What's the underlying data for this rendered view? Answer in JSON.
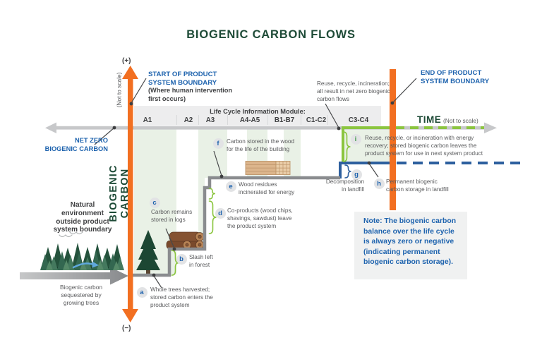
{
  "title": "BIOGENIC CARBON FLOWS",
  "colors": {
    "accent_orange": "#F26F21",
    "carbon_line_gray": "#8A8C8F",
    "flow_green": "#8BC53F",
    "flow_blue": "#2D5F9E",
    "heading_green": "#1E4B37",
    "label_blue": "#1E63AE",
    "pale_green_fill": "#E9F1E6",
    "band_gray": "#EDEDEE",
    "note_bg": "#F0F1F1"
  },
  "axes": {
    "vertical_label": "BIOGENIC CARBON",
    "vertical_positive": "(+)",
    "vertical_negative": "(−)",
    "vertical_scale_note": "(Not to scale)",
    "time_label": "TIME",
    "time_scale_note": "(Not to scale)",
    "net_zero_label": "NET ZERO\nBIOGENIC CARBON"
  },
  "boundaries": {
    "start_title": "START OF PRODUCT\nSYSTEM BOUNDARY",
    "start_subtitle": "(Where human intervention\nfirst occurs)",
    "end_title": "END OF PRODUCT\nSYSTEM BOUNDARY"
  },
  "modules": {
    "band_title": "Life Cycle Information Module:",
    "labels": [
      "A1",
      "A2",
      "A3",
      "A4-A5",
      "B1-B7",
      "C1-C2",
      "C3-C4"
    ]
  },
  "annotations": {
    "reuse_top": "Reuse, recycle, incineration;\nall result in net zero biogenic\ncarbon flows",
    "natural_environment": "Natural\nenvironment\noutside product\nsystem boundary",
    "sequestered": "Biogenic carbon\nsequestered by\ngrowing trees"
  },
  "steps": [
    {
      "letter": "a",
      "text": "Whole trees harvested;\nstored carbon enters the\nproduct system"
    },
    {
      "letter": "b",
      "text": "Slash left\nin forest"
    },
    {
      "letter": "c",
      "text": "Carbon remains\nstored in logs"
    },
    {
      "letter": "d",
      "text": "Co-products (wood chips,\nshavings, sawdust) leave\nthe product system"
    },
    {
      "letter": "e",
      "text": "Wood residues\nincinerated for energy"
    },
    {
      "letter": "f",
      "text": "Carbon stored in the wood\nfor the life of the building"
    },
    {
      "letter": "g",
      "text": "Decomposition\nin landfill"
    },
    {
      "letter": "h",
      "text": "Permanent biogenic\ncarbon storage in landfill"
    },
    {
      "letter": "i",
      "text": "Reuse, recycle, or incineration with energy\nrecovery; stored biogenic carbon leaves the\nproduct system for use in next system product"
    }
  ],
  "note": "Note: The biogenic carbon\nbalance over the life cycle\nis always zero or negative\n(indicating permanent\nbiogenic carbon storage)."
}
